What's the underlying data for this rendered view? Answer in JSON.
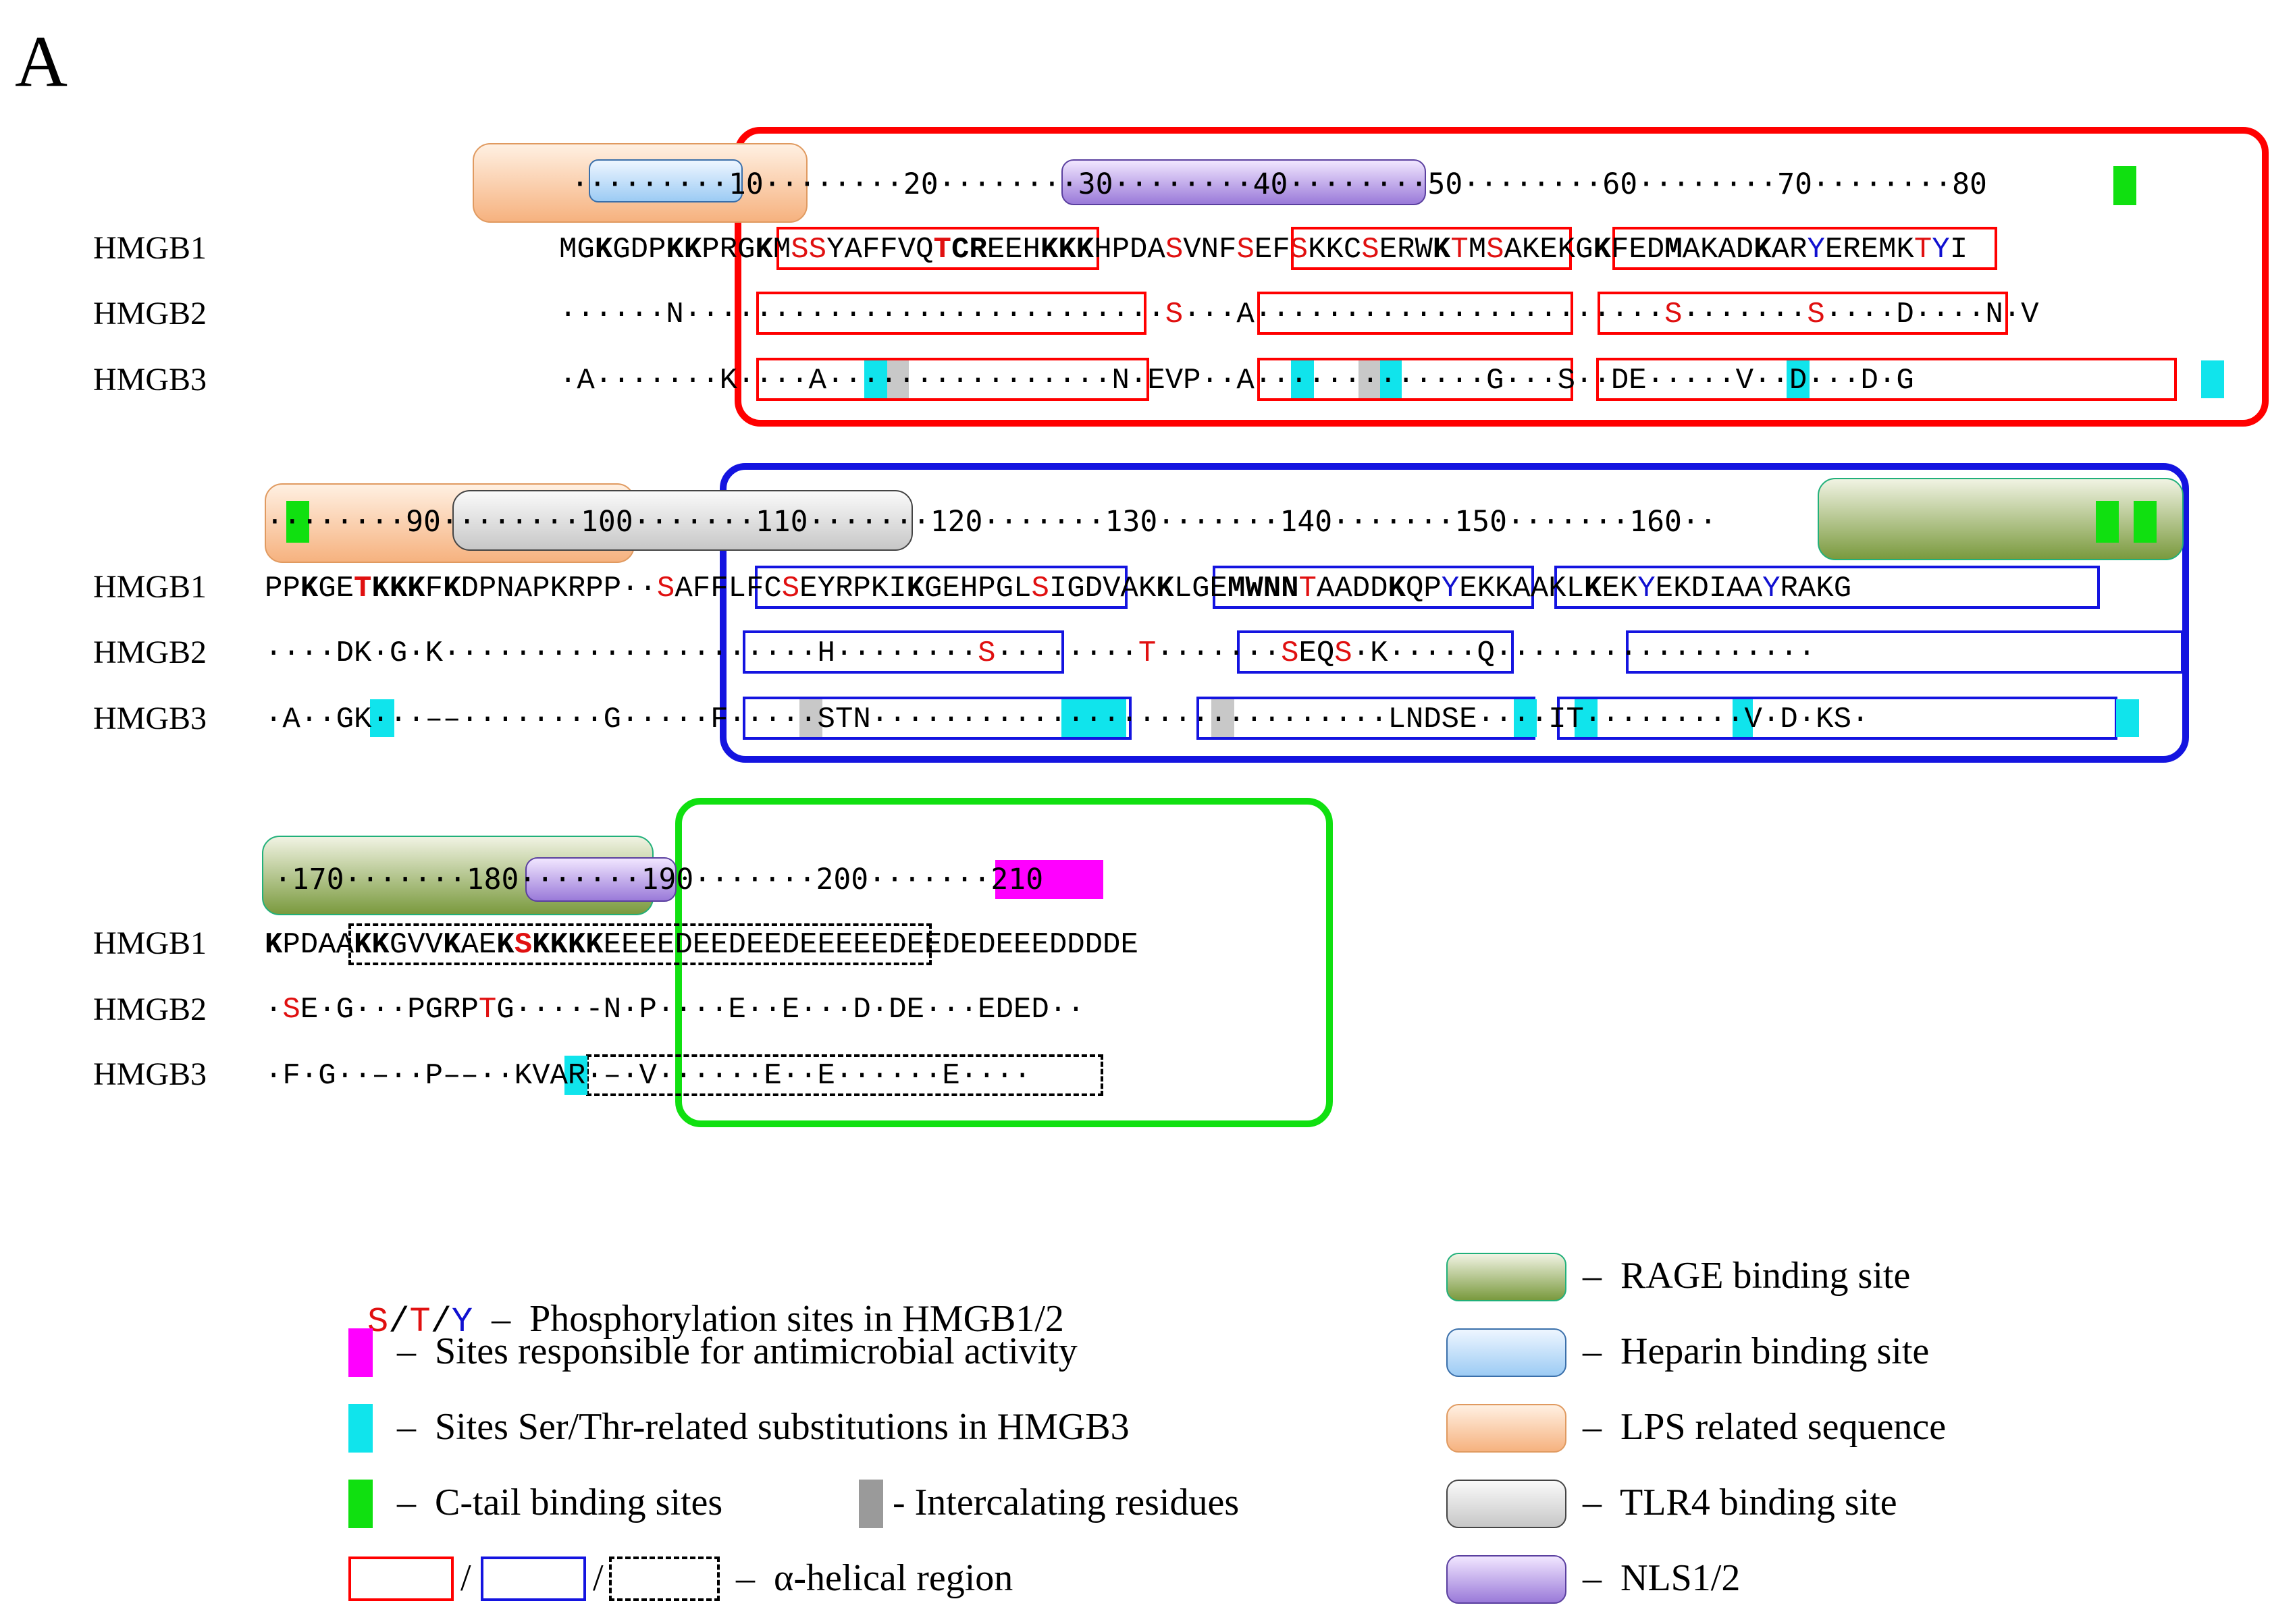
{
  "panel_label": "A",
  "names": [
    "HMGB1",
    "HMGB2",
    "HMGB3"
  ],
  "rows": [
    {
      "ruler": "·········10········20········30········40········50········60········70········80",
      "seq": [
        "MGKGDPKKPRGKMSSYAFFVQTCREEHKKKHPDASVNFSEFSKKCSERWKTMSAKEKGKFEDMAKADKARYEREMKTYI",
        "······N··························S···A·························S·······S····D····N·V",
        "·A·······K····A················N·EVP··A·············G···S··DE·····V··D···D·G"
      ]
    },
    {
      "ruler": "········90········100·······110·······120·······130·······140·······150·······160··",
      "seq": [
        "PPKGETKKKFKDPNAPKRPP··SAFFLFCSEYRPKIKGEHPGLSIGDVAKKLGEMWNNTAADDKQPYEKKAAKLKEKYEKDIAAYRAKG",
        "····DK·G·K·················H·········S·······T·······SEQS·K·····Q·········",
        "·A··GK·········G·····F·····STN·····························LNDSE····IT·········V·D·KS·"
      ]
    },
    {
      "ruler": "·170·······180·······190·······200·······210",
      "seq": [
        "KPDAAKKGVVKAEKSKKKKEEEEDEEDEEDEEEEEDEEDEDEEEDDDDE",
        "·SE·G···PGRPTG····-N·P····E··E···D·DE···EDED··",
        "·F·G··–··P––··KVAR·–·V······E··E······E····"
      ]
    }
  ],
  "legend": {
    "phospho_s": "S",
    "phospho_t": "T",
    "phospho_y": "Y",
    "phospho_text": "–  Phosphorylation sites in HMGB1/2",
    "antimicrobial": "–  Sites responsible for antimicrobial activity",
    "serthr": "–  Sites Ser/Thr-related substitutions in HMGB3",
    "ctail": "–  C-tail binding sites",
    "intercalating": "- Intercalating residues",
    "helical": "–  α-helical region",
    "rage": "–  RAGE binding site",
    "heparin": "–  Heparin binding site",
    "lps": "–  LPS related sequence",
    "tlr4": "–  TLR4 binding site",
    "nls": "–  NLS1/2"
  },
  "colors": {
    "red_box": "#ff0000",
    "blue_box": "#1414e0",
    "green_box": "#10e010",
    "phospho_red": "#e01010",
    "phospho_blue": "#1010d0",
    "cyan": "#10e4ec",
    "magenta": "#ff00ff",
    "gray": "#c8c8c8"
  }
}
